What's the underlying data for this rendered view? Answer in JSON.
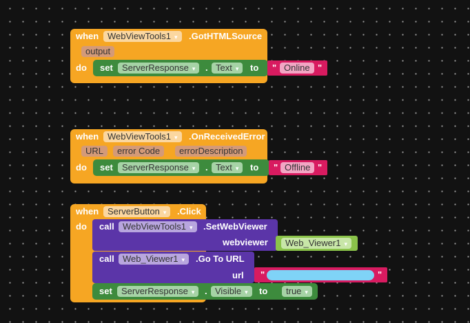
{
  "blocks": [
    {
      "when": "when",
      "component": "WebViewTools1",
      "event": ".GotHTMLSource",
      "params": [
        "output"
      ],
      "do": "do",
      "set": "set",
      "target": "ServerResponse",
      "prop": "Text",
      "to": "to",
      "value": "Online"
    },
    {
      "when": "when",
      "component": "WebViewTools1",
      "event": ".OnReceivedError",
      "params": [
        "URL",
        "error Code",
        "errorDescription"
      ],
      "do": "do",
      "set": "set",
      "target": "ServerResponse",
      "prop": "Text",
      "to": "to",
      "value": "Offline"
    },
    {
      "when": "when",
      "component": "ServerButton",
      "event": ".Click",
      "do": "do",
      "call1": {
        "call": "call",
        "component": "WebViewTools1",
        "method": ".SetWebViewer",
        "arg": "webviewer",
        "value": "Web_Viewer1"
      },
      "call2": {
        "call": "call",
        "component": "Web_Viewer1",
        "method": ".Go To URL",
        "arg": "url",
        "value": ""
      },
      "set": "set",
      "target": "ServerResponse",
      "prop": "Visible",
      "to": "to",
      "value": "true"
    }
  ],
  "symbols": {
    "dot": ".",
    "quote": "\"",
    "dropdown": "▾"
  }
}
